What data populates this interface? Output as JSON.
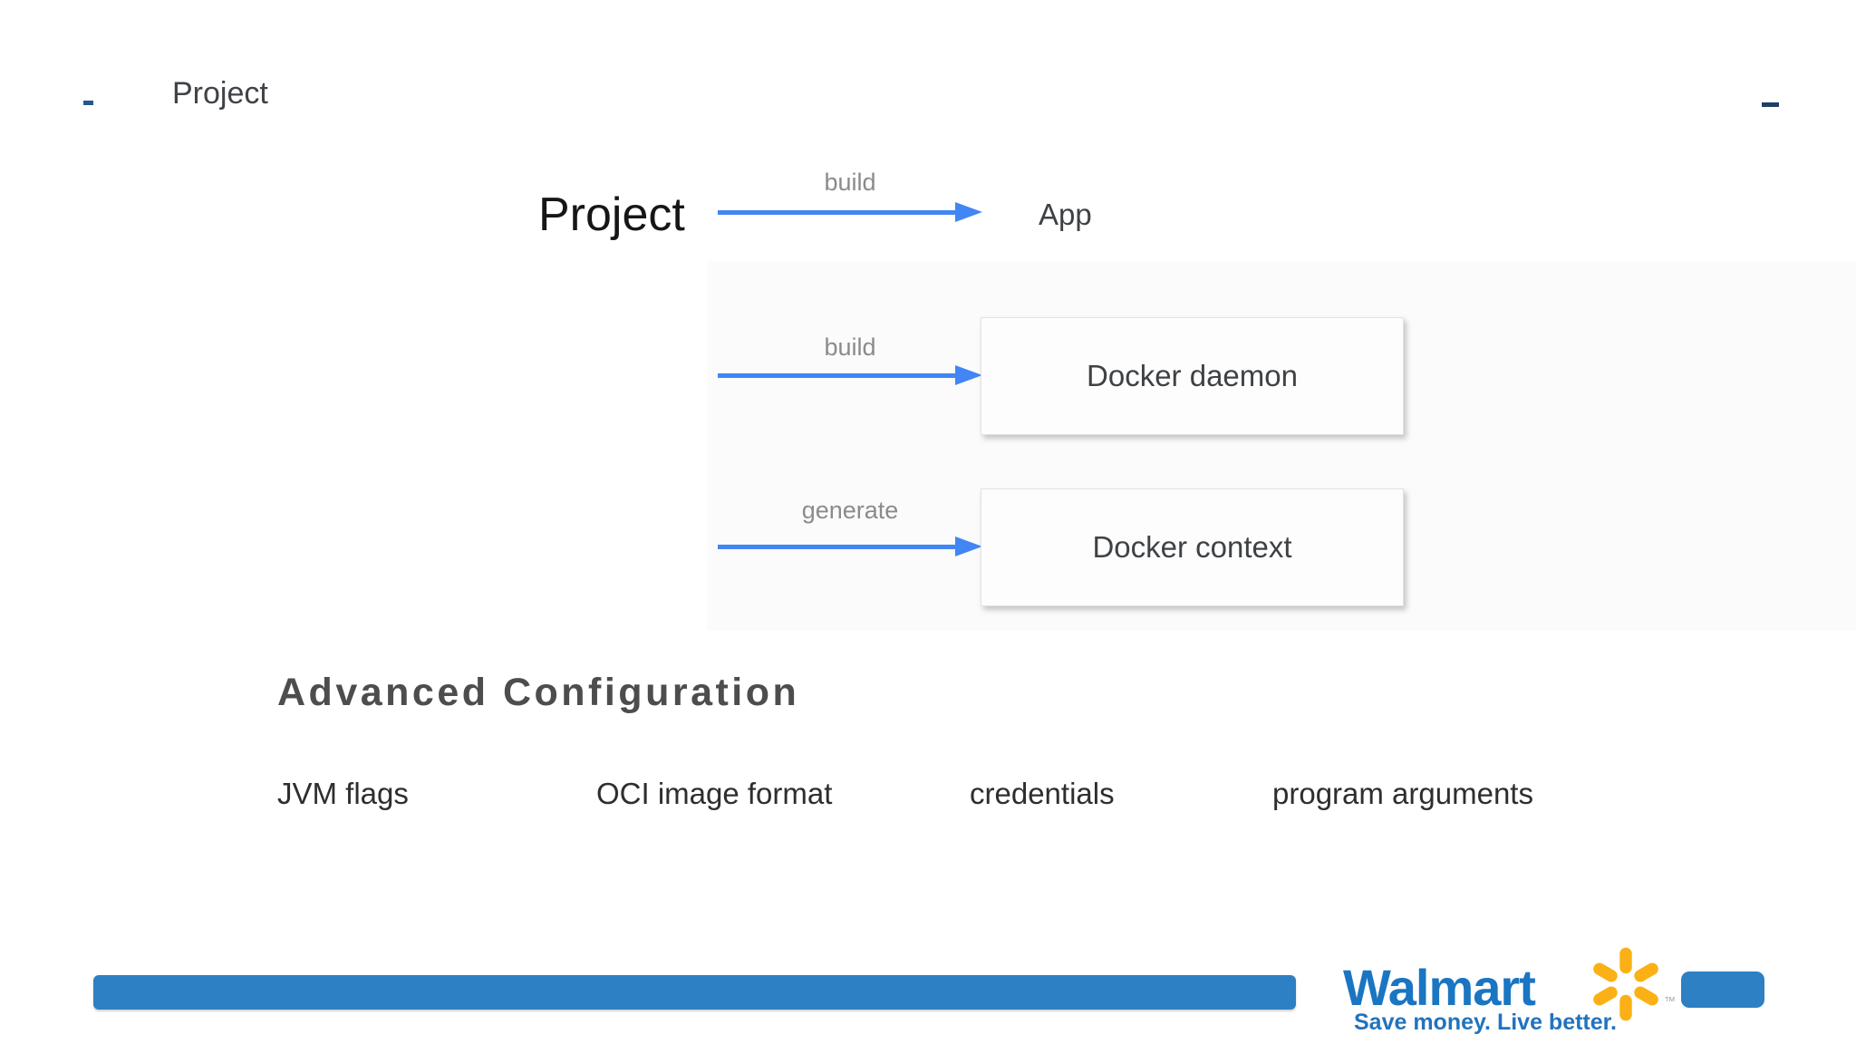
{
  "header": {
    "title": "Project"
  },
  "diagram": {
    "source_label": "Project",
    "edges": [
      {
        "label": "build",
        "target": "App"
      },
      {
        "label": "build",
        "target": "Docker daemon"
      },
      {
        "label": "generate",
        "target": "Docker context"
      }
    ]
  },
  "section": {
    "heading": "Advanced Configuration",
    "features": [
      "JVM flags",
      "OCI image format",
      "credentials",
      "program arguments"
    ]
  },
  "footer": {
    "brand": "Walmart",
    "trademark": "™",
    "tagline": "Save money. Live better.",
    "spark_icon": "walmart-spark-icon"
  },
  "colors": {
    "arrow-blue": "#4285f4",
    "bar-blue": "#2d80c3",
    "walmart-blue": "#1a75c2",
    "tagline-blue": "#2273bd",
    "spark-yellow": "#fbb116",
    "mark-navy": "#24598f",
    "panel-grey": "#fbfbfb"
  }
}
